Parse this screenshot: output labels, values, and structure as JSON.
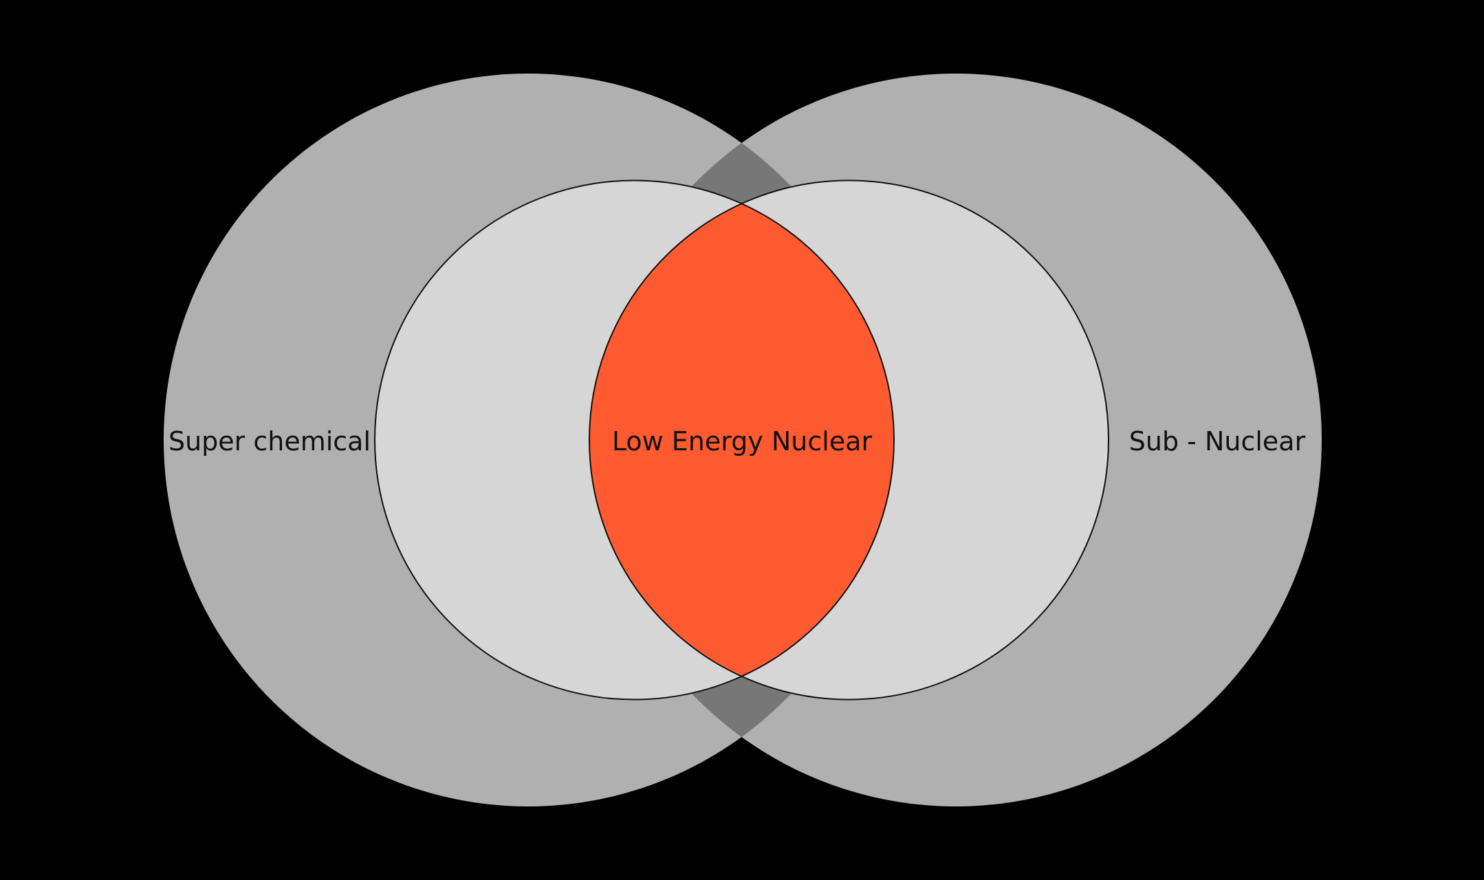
{
  "labels": {
    "left": "Super chemical",
    "center": "Low Energy Nuclear",
    "right": "Sub - Nuclear"
  },
  "colors": {
    "background": "#000000",
    "outer_ring": "#b0b0b0",
    "overlap_dark": "#777777",
    "inner_ring": "#d6d6d6",
    "core": "#ff5a30",
    "stroke": "#111111"
  }
}
